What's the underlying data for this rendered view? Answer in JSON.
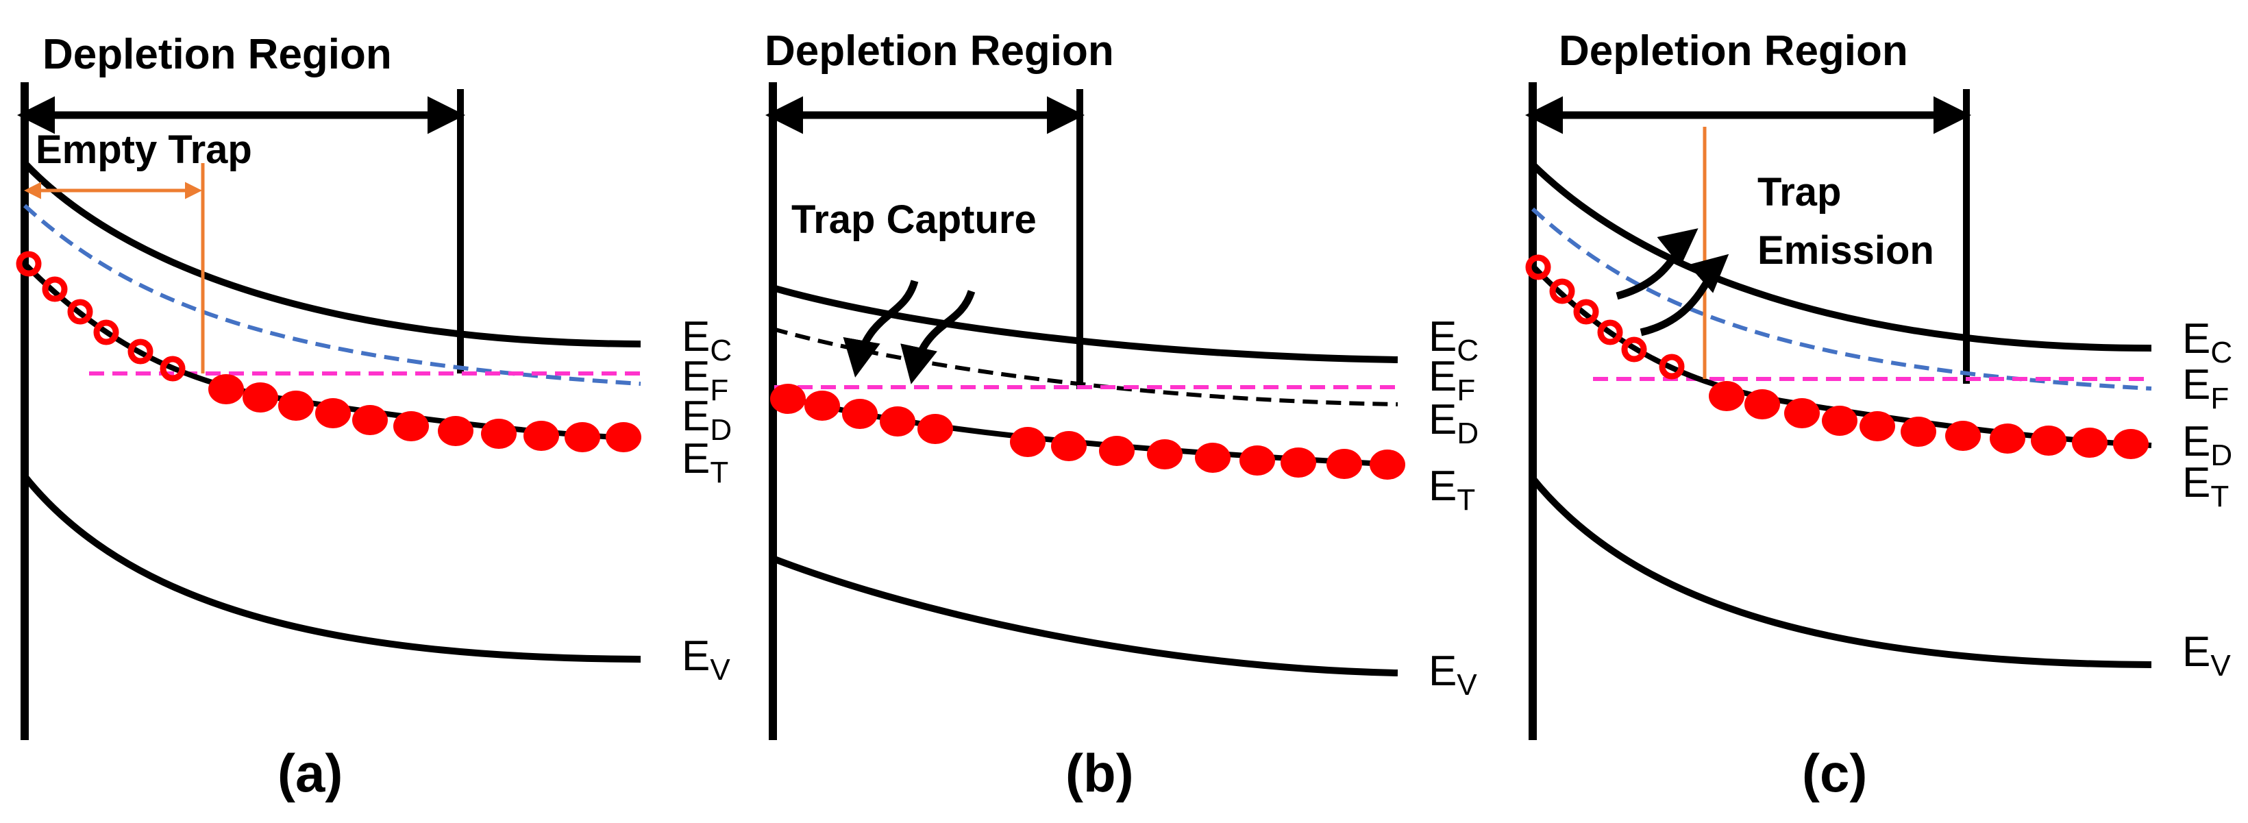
{
  "panels": [
    {
      "id": "a",
      "title": "Depletion Region",
      "annotation_line1": "Empty Trap",
      "annotation_line2": "",
      "panel_label": "(a)",
      "levels": {
        "c": "E",
        "c_sub": "C",
        "f": "E",
        "f_sub": "F",
        "d": "E",
        "d_sub": "D",
        "t": "E",
        "t_sub": "T",
        "v": "E",
        "v_sub": "V"
      }
    },
    {
      "id": "b",
      "title": "Depletion Region",
      "annotation_line1": "Trap Capture",
      "annotation_line2": "",
      "panel_label": "(b)",
      "levels": {
        "c": "E",
        "c_sub": "C",
        "f": "E",
        "f_sub": "F",
        "d": "E",
        "d_sub": "D",
        "t": "E",
        "t_sub": "T",
        "v": "E",
        "v_sub": "V"
      }
    },
    {
      "id": "c",
      "title": "Depletion Region",
      "annotation_line1": "Trap",
      "annotation_line2": "Emission",
      "panel_label": "(c)",
      "levels": {
        "c": "E",
        "c_sub": "C",
        "f": "E",
        "f_sub": "F",
        "d": "E",
        "d_sub": "D",
        "t": "E",
        "t_sub": "T",
        "v": "E",
        "v_sub": "V"
      }
    }
  ],
  "colors": {
    "band": "#000000",
    "fermi_level": "#ff33cc",
    "donor_level": "#4472c4",
    "trap_marker": "#ed7d31",
    "electron": "#ff0000",
    "background": "#ffffff"
  }
}
